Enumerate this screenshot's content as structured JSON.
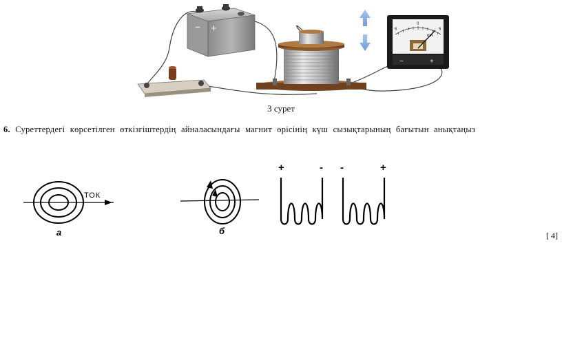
{
  "figure3": {
    "caption": "3 сурет",
    "battery_minus": "−",
    "battery_plus": "+",
    "meter_scale_left": "5",
    "meter_scale_center": "0",
    "meter_scale_right": "5",
    "meter_unit": "mA",
    "meter_terminal_minus": "−",
    "meter_terminal_plus": "+"
  },
  "question": {
    "number": "6.",
    "text": "Суреттердегі  көрсетілген  өткізгіштердің  айналасындағы  магнит  өрісінің  күш  сызықтарының  бағытын  анықтаңыз"
  },
  "figures_ab": {
    "current_label": "ТОК",
    "label_a": "а",
    "label_b": "б",
    "coil1_left_sign": "+",
    "coil1_right_sign": "-",
    "coil2_left_sign": "-",
    "coil2_right_sign": "+"
  },
  "score": "[ 4]"
}
